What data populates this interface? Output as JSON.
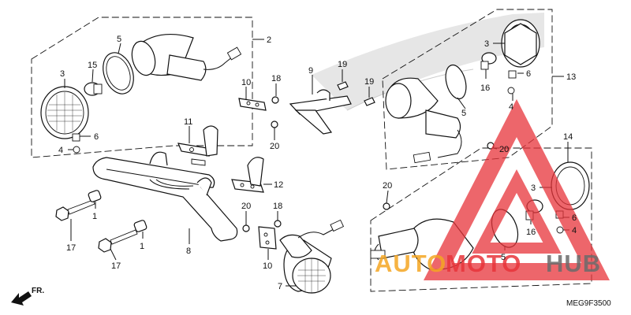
{
  "diagram": {
    "drawing_code": "MEG9F3500",
    "direction_label": "FR.",
    "callouts": {
      "c2": "2",
      "c3a": "3",
      "c3b": "3",
      "c3c": "3",
      "c4a": "4",
      "c4b": "4",
      "c4c": "4",
      "c5a": "5",
      "c5b": "5",
      "c5c": "5",
      "c6a": "6",
      "c6b": "6",
      "c6c": "6",
      "c7": "7",
      "c8": "8",
      "c9": "9",
      "c10a": "10",
      "c10b": "10",
      "c11": "11",
      "c12": "12",
      "c13": "13",
      "c14": "14",
      "c15": "15",
      "c16a": "16",
      "c16b": "16",
      "c17a": "17",
      "c17b": "17",
      "c18a": "18",
      "c18b": "18",
      "c19a": "19",
      "c19b": "19",
      "c20a": "20",
      "c20b": "20",
      "c20c": "20",
      "c20d": "20",
      "c1a": "1",
      "c1b": "1"
    }
  },
  "watermark": {
    "brand_part1": "AUTO",
    "brand_part2": "MOTO",
    "brand_part3": "HUB",
    "color_orange": "#f5a623",
    "color_gray": "#6b6b6b",
    "color_red": "#e8343a"
  }
}
